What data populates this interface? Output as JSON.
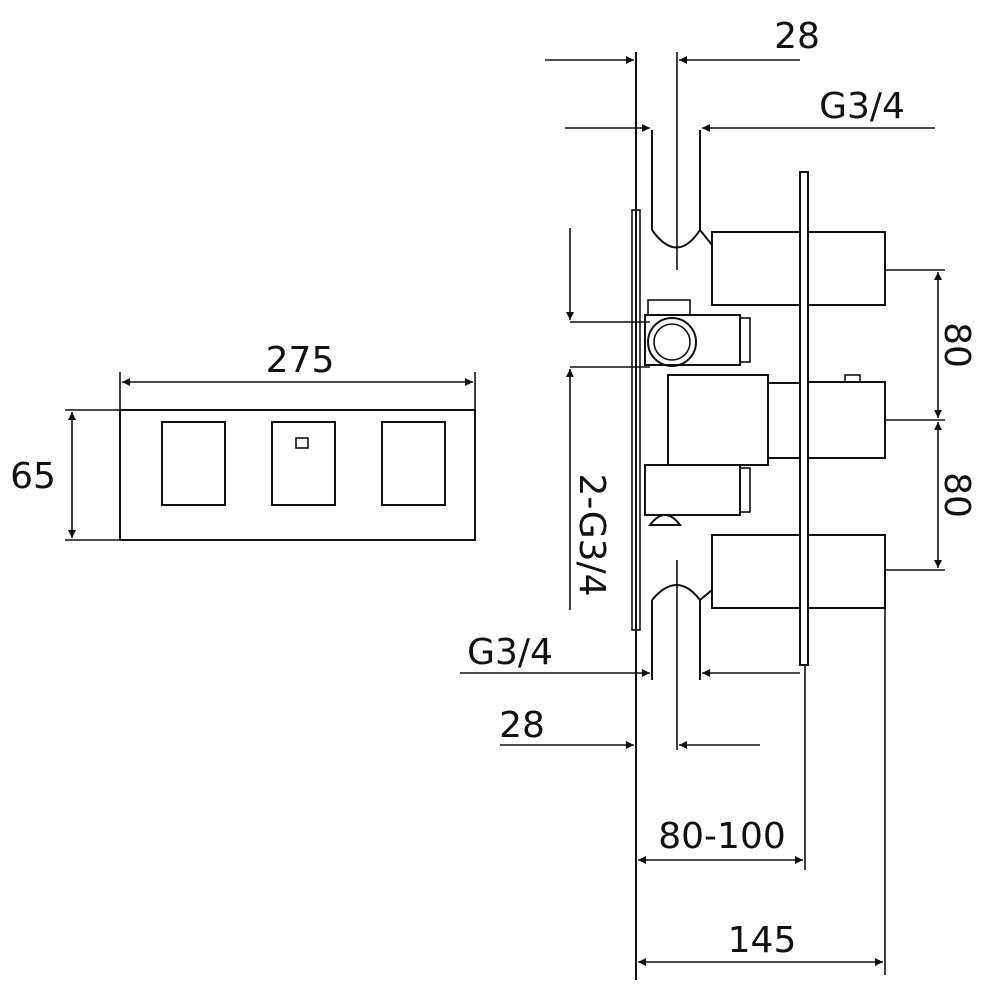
{
  "front_view": {
    "width_label": "275",
    "height_label": "65"
  },
  "side_view": {
    "top_offset_label": "28",
    "top_inlet_label": "G3/4",
    "handle_spacing_upper_label": "80",
    "handle_spacing_lower_label": "80",
    "side_ports_label": "2-G3/4",
    "bottom_outlet_label": "G3/4",
    "bottom_offset_label": "28",
    "wall_depth_label": "80-100",
    "total_depth_label": "145"
  },
  "colors": {
    "line": "#111111",
    "background": "#ffffff"
  }
}
